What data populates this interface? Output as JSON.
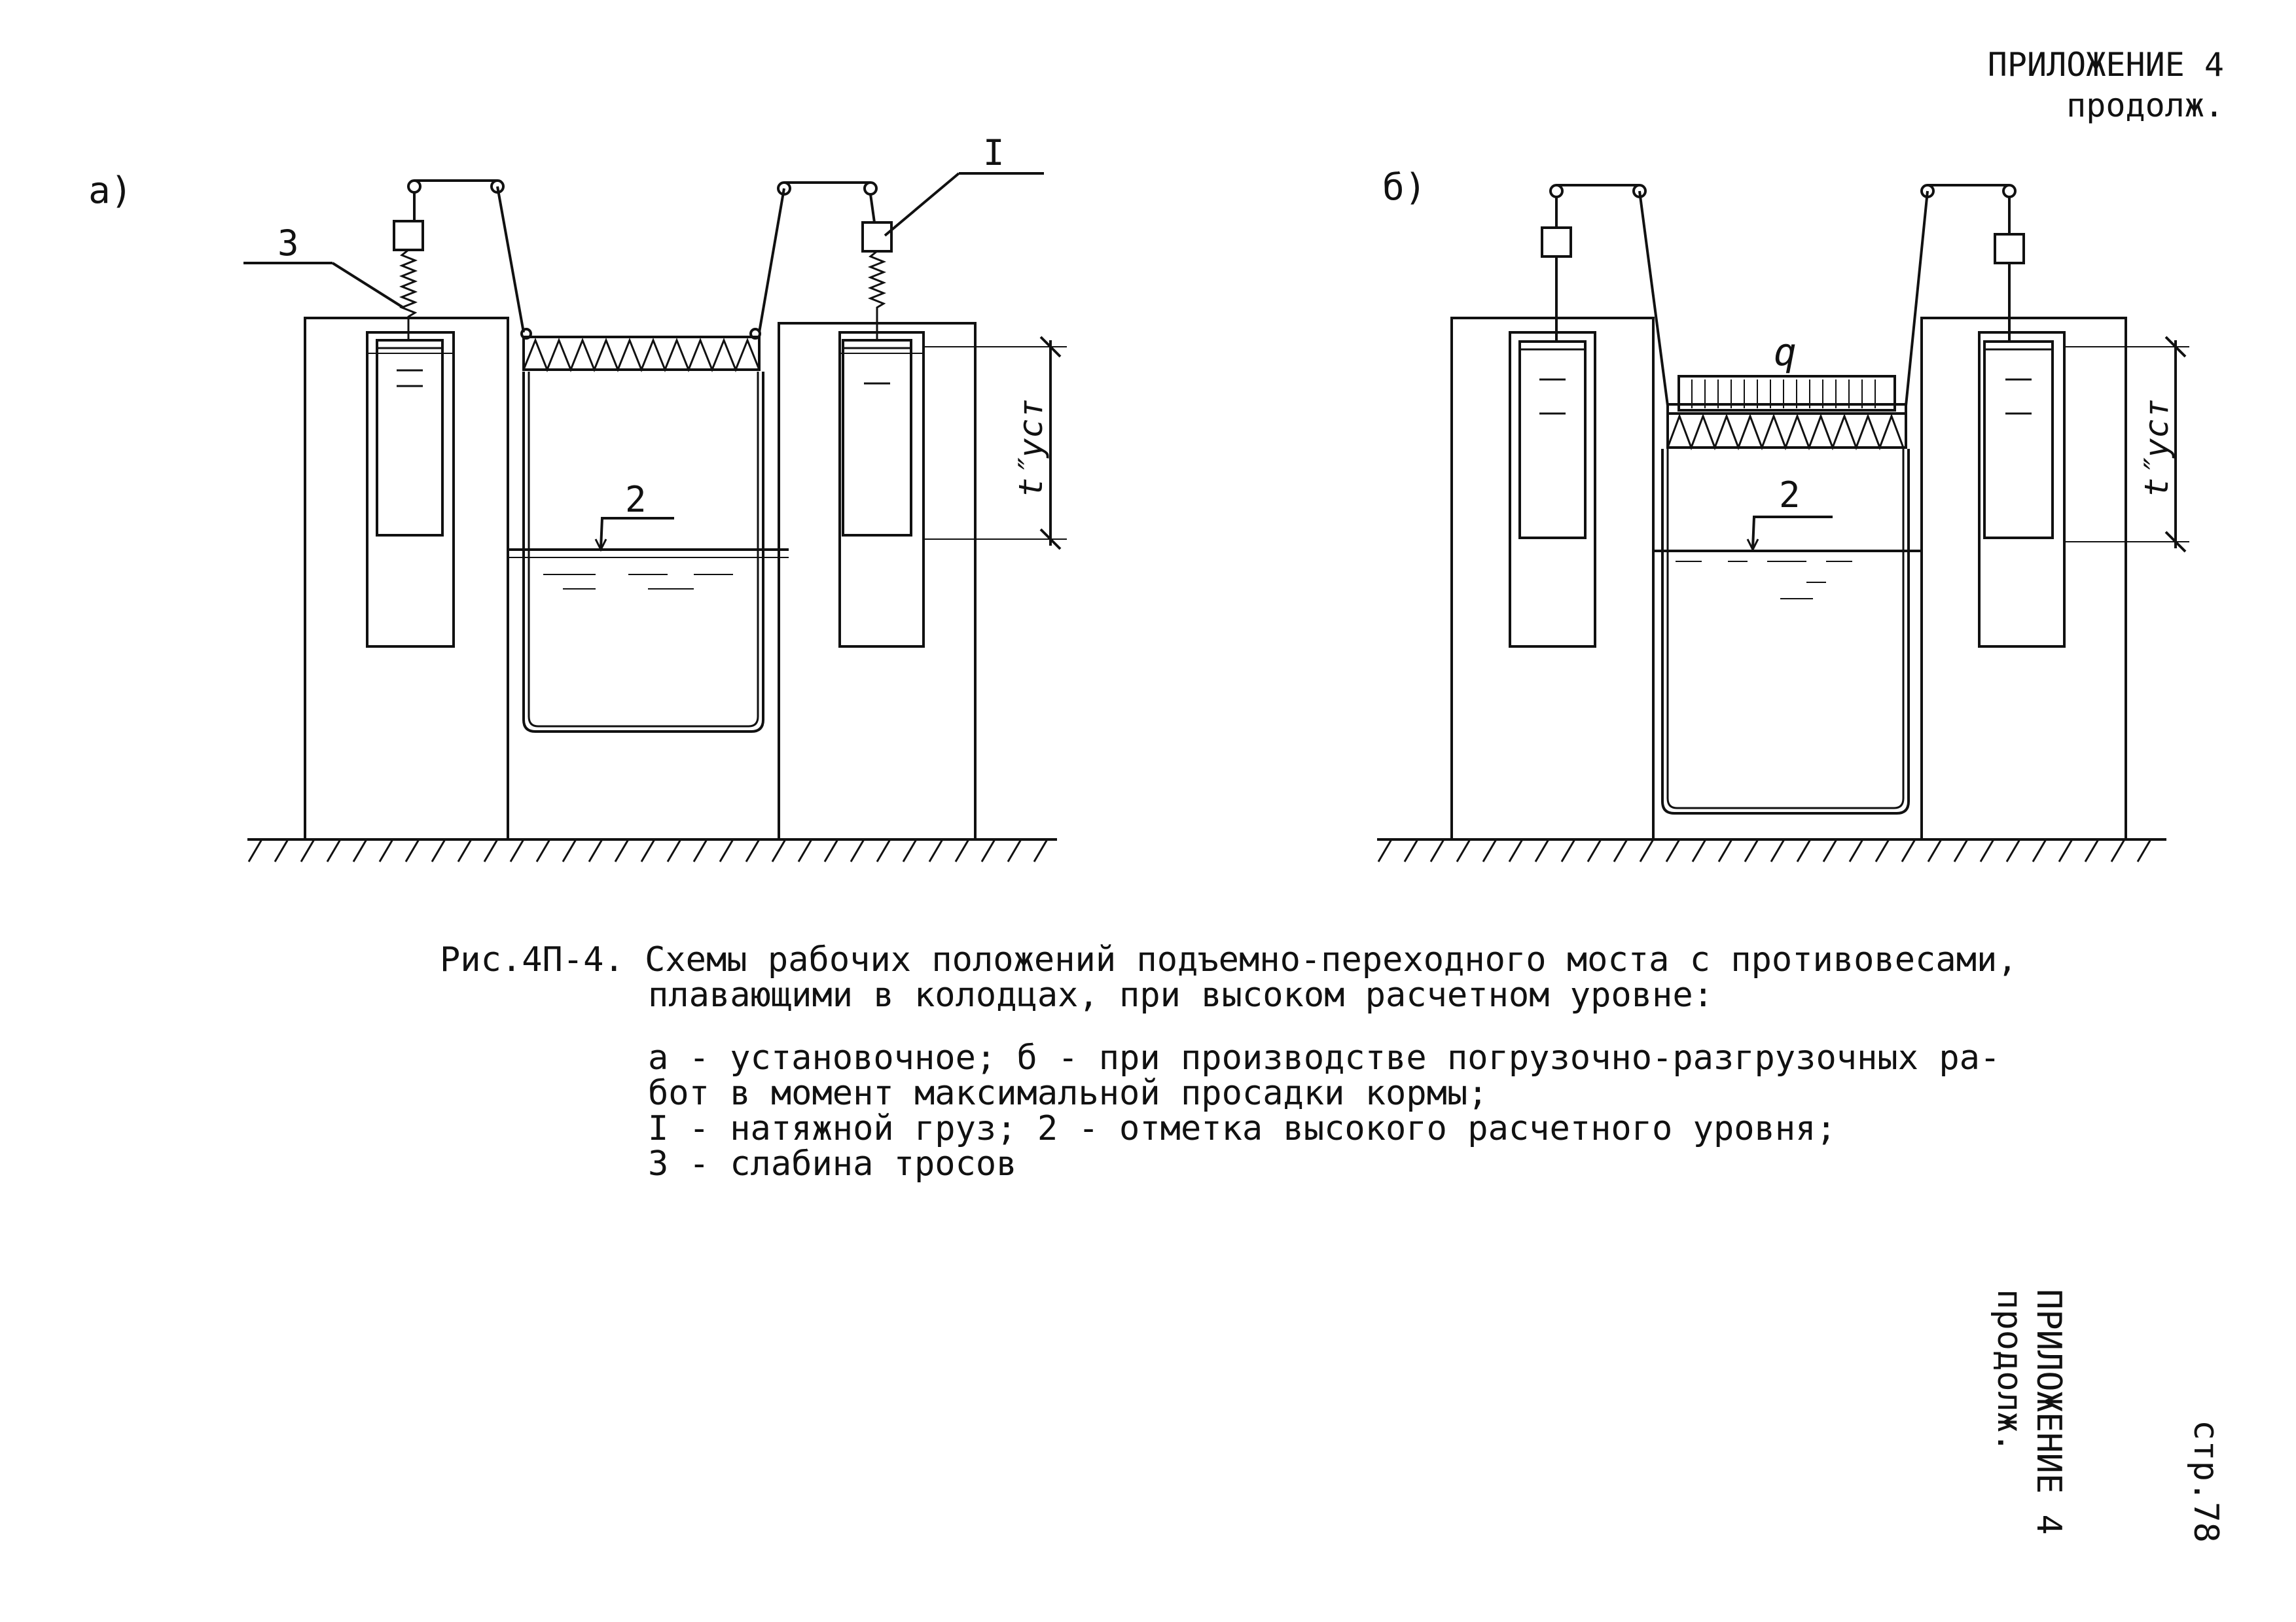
{
  "header": {
    "title": "ПРИЛОЖЕНИЕ 4",
    "subtitle": "продолж."
  },
  "figure": {
    "panel_a_label": "а)",
    "panel_b_label": "б)",
    "label_1": "I",
    "label_2": "2",
    "label_3": "3",
    "label_q": "q",
    "label_t": "t″уст"
  },
  "caption": {
    "title_line1": "Рис.4П-4. Схемы рабочих положений подъемно-переходного моста с противовесами,",
    "title_line2": "плавающими в колодцах, при высоком расчетном уровне:",
    "legend": [
      "а - установочное; б - при производстве погрузочно-разгрузочных ра-",
      "бот в момент максимальной просадки кормы;",
      "I - натяжной груз; 2 - отметка высокого расчетного уровня;",
      "3 - слабина тросов"
    ]
  },
  "side": {
    "title": "ПРИЛОЖЕНИЕ 4",
    "subtitle": "продолж.",
    "page": "стр.78"
  }
}
